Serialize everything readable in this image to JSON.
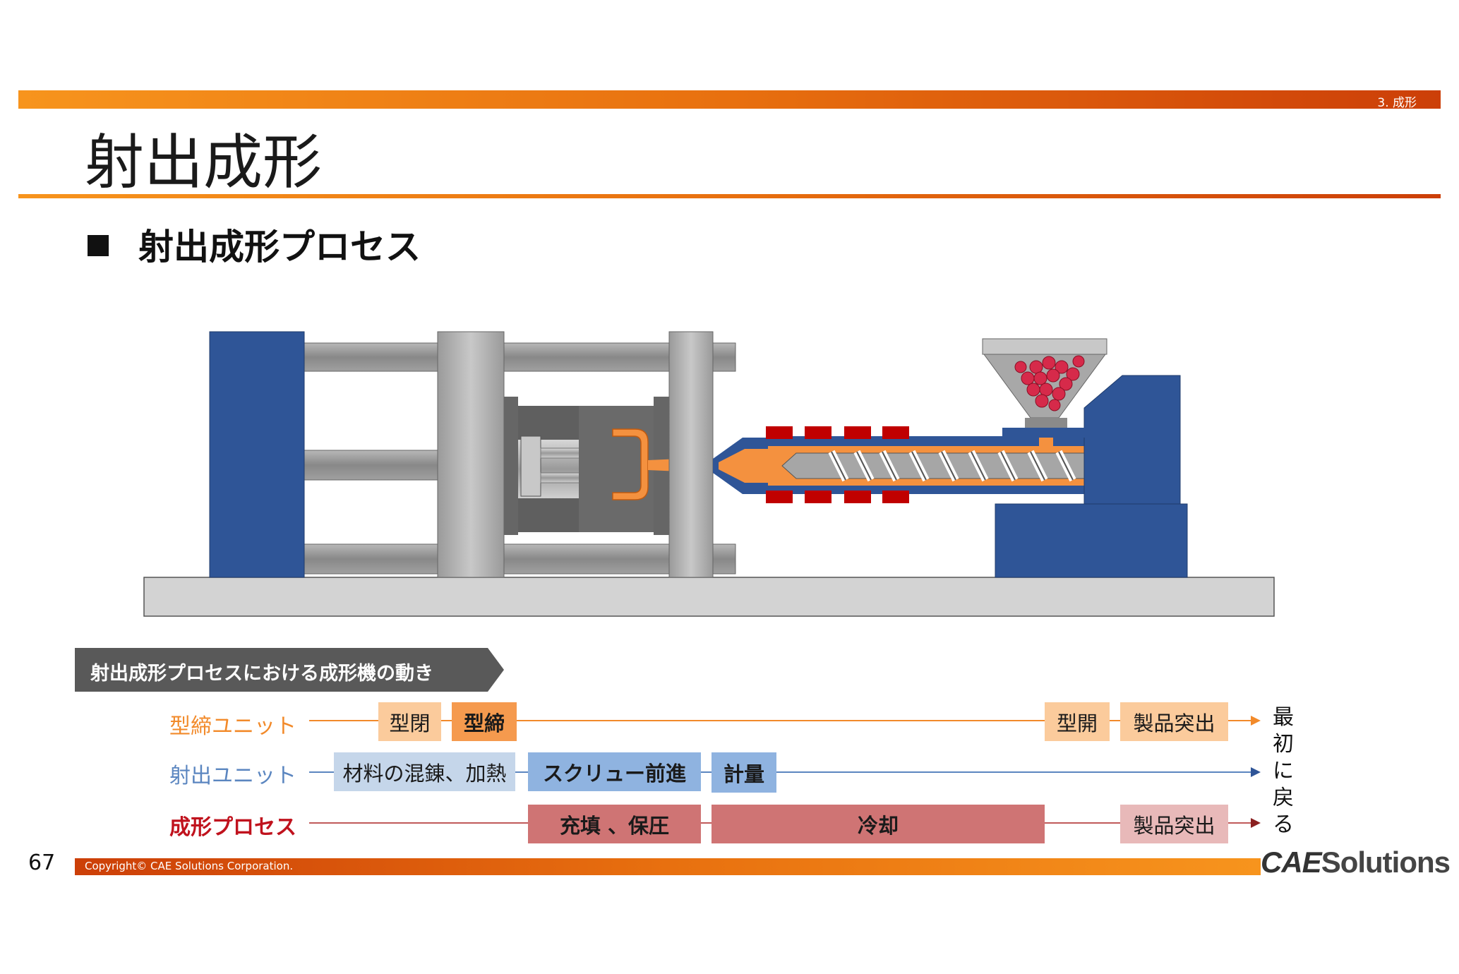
{
  "header": {
    "section_tag": "3. 成形",
    "page_title": "射出成形",
    "subheading": "射出成形プロセス"
  },
  "chart": {
    "header_label": "射出成形プロセスにおける成形機の動き",
    "rows": {
      "clamp": {
        "label": "型締ユニット",
        "steps": [
          "型閉",
          "型締",
          "型開",
          "製品突出"
        ]
      },
      "inject": {
        "label": "射出ユニット",
        "steps": [
          "材料の混錬、加熱",
          "スクリュー前進",
          "計量"
        ]
      },
      "process": {
        "label": "成形プロセス",
        "steps": [
          "充填 、保圧",
          "冷却",
          "製品突出"
        ]
      }
    },
    "return_text": [
      "最",
      "初",
      "に",
      "戻",
      "る"
    ]
  },
  "footer": {
    "page_number": "67",
    "copyright": "Copyright© CAE Solutions Corporation.",
    "logo_mark": "CAE",
    "logo_word": "Solutions"
  },
  "colors": {
    "accent_orange": "#f7941d",
    "accent_red": "#cc3f08",
    "machine_blue": "#2f5597",
    "heater_red": "#c00000",
    "melt_orange": "#f4913f",
    "clamp_line": "#f28a2a",
    "inject_line": "#5b86c0",
    "process_line": "#c0121d"
  }
}
